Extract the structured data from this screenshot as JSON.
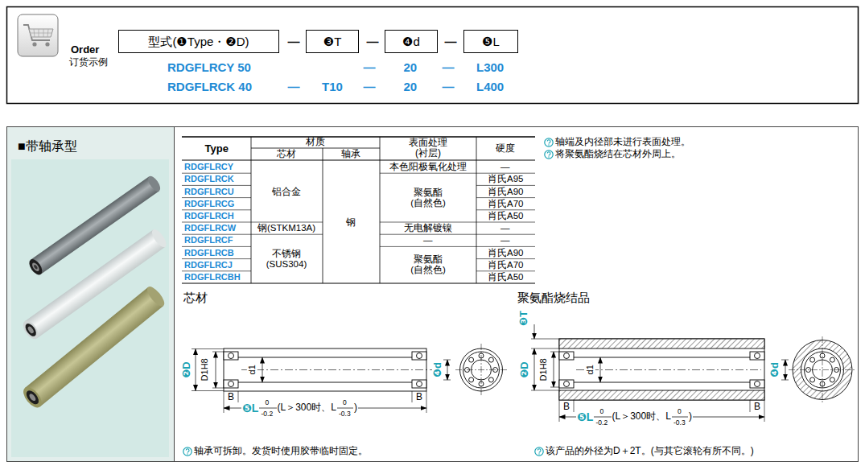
{
  "diagram": {
    "nodes": [
      {
        "text": [
          "Order",
          "订货示例"
        ]
      },
      {
        "text": [
          "型式(❶Type・❷D)"
        ]
      },
      {
        "text": [
          "❸T"
        ]
      },
      {
        "text": [
          "❹d"
        ]
      },
      {
        "text": [
          "❺L"
        ]
      },
      {
        "text": [
          "■带轴承型"
        ]
      }
    ],
    "labels": [
      "—",
      "—",
      "—",
      "RDGFLRCY 50",
      "—",
      "20",
      "—",
      "L300",
      "RDGFLRCK 40",
      "—",
      "T10",
      "—",
      "20",
      "—",
      "L400",
      "Type",
      "材质",
      "芯材",
      "轴承",
      "表面处理 (衬层)",
      "硬度",
      "RDGFLRCY",
      "RDGFLRCK",
      "RDGFLRCU",
      "RDGFLRCG",
      "RDGFLRCH",
      "RDGFLRCW",
      "RDGFLRCF",
      "RDGFLRCB",
      "RDGFLRCJ",
      "RDGFLRCBH",
      "铝合金",
      "钢(STKM13A)",
      "不锈钢 (SUS304)",
      "钢",
      "本色阳极氧化处理",
      "聚氨酯 (自然色)",
      "无电解镀镍",
      "—",
      "聚氨酯 (自然色)",
      "—",
      "肖氏A95",
      "肖氏A90",
      "肖氏A70",
      "肖氏A50",
      "—",
      "—",
      "肖氏A90",
      "肖氏A70",
      "肖氏A50",
      "轴端及内径部未进行表面处理。",
      "将聚氨酯烧结在芯材外周上。",
      "芯材",
      "聚氨酯烧结品",
      "❷D",
      "D1H8",
      "d1",
      "❹d",
      "B",
      "B",
      "❺L",
      "0",
      "-0.2",
      "(L＞300时、L",
      "0",
      "-0.3",
      ")",
      "❸T",
      "❷D",
      "D1H8",
      "d1",
      "❹d",
      "B",
      "B",
      "❺L",
      "0",
      "-0.2",
      "(L＞300时、L",
      "0",
      "-0.3",
      ")",
      "轴承可拆卸。发货时使用胶带临时固定。",
      "该产品的外径为D＋2T。(与其它滚轮有所不同。)"
    ]
  }
}
